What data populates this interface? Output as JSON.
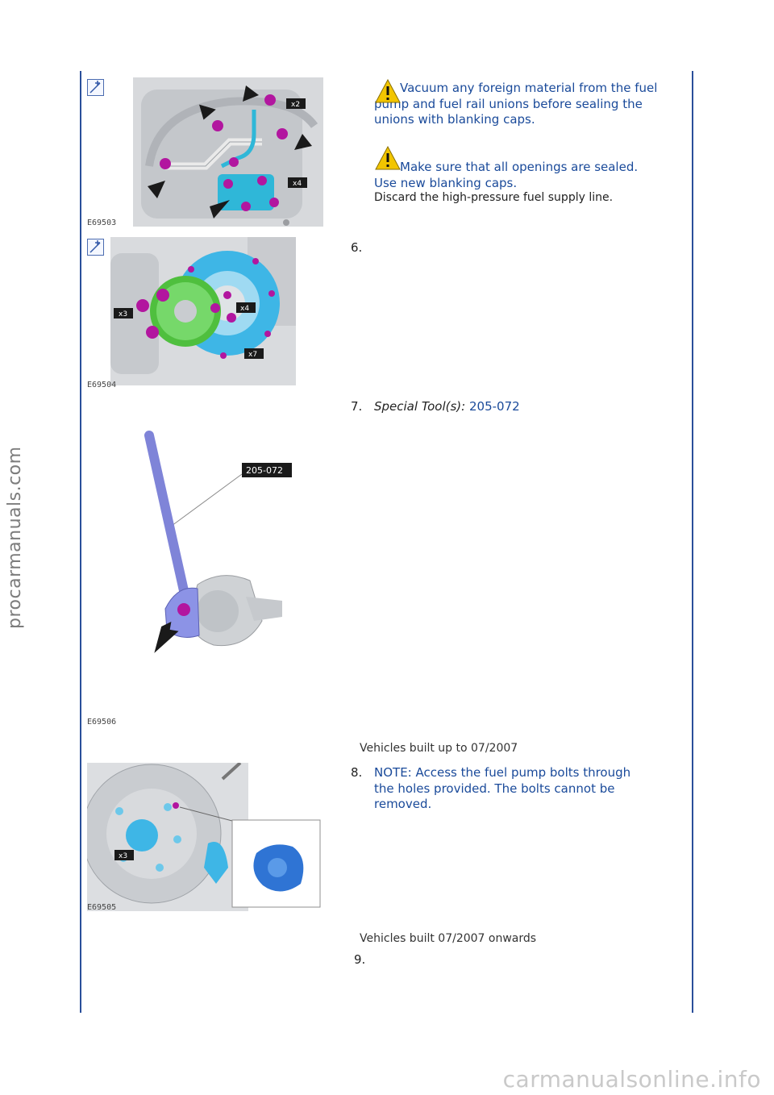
{
  "watermarks": {
    "side": "procarmanuals.com",
    "bottom": "carmanualsonline.info"
  },
  "colors": {
    "rule": "#2a4f9a",
    "link_text": "#1a4a9a",
    "warning": "#f2c500",
    "callout": "#1a1a1a"
  },
  "figures": [
    {
      "code": "E69503",
      "callouts": [
        "x2",
        "x4"
      ]
    },
    {
      "code": "E69504",
      "callouts": [
        "x3",
        "x4",
        "x7"
      ]
    },
    {
      "code": "E69506",
      "callouts": [
        "205-072"
      ]
    },
    {
      "code": "E69505",
      "callouts": [
        "x3"
      ]
    }
  ],
  "steps": {
    "warning1": "Vacuum any foreign material from the fuel pump and fuel rail unions before sealing the unions with blanking caps.",
    "warning2_a": "Make sure that all openings are sealed.",
    "warning2_b": "Use new blanking caps.",
    "discard": "Discard the high-pressure fuel supply line.",
    "s6": "6.",
    "s7": "7.",
    "s7_label": "Special Tool(s):",
    "s7_tool": "205-072",
    "cond1": "Vehicles built up to 07/2007",
    "s8": "8.",
    "s8_note_1": "NOTE: Access the fuel pump bolts through",
    "s8_note_2": "the holes provided. The bolts cannot be",
    "s8_note_3": "removed.",
    "cond2": "Vehicles built 07/2007 onwards",
    "s9": "9."
  },
  "icons": [
    "zoom-icon",
    "warning-icon"
  ]
}
